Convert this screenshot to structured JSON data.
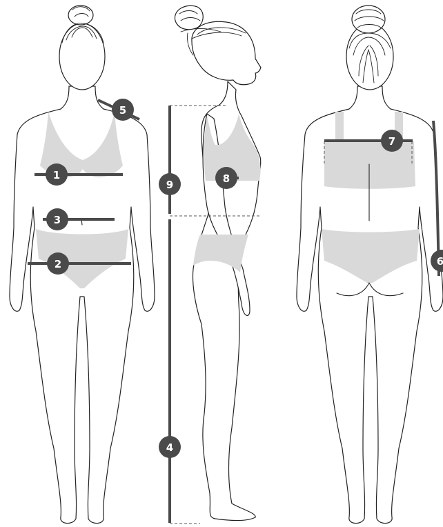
{
  "colors": {
    "measure": "#4a4a4a",
    "underwear": "#d9d9d9",
    "outline": "#222222"
  },
  "badges": {
    "b1": "1",
    "b2": "2",
    "b3": "3",
    "b4": "4",
    "b5": "5",
    "b6": "6",
    "b7": "7",
    "b8": "8",
    "b9": "9"
  }
}
